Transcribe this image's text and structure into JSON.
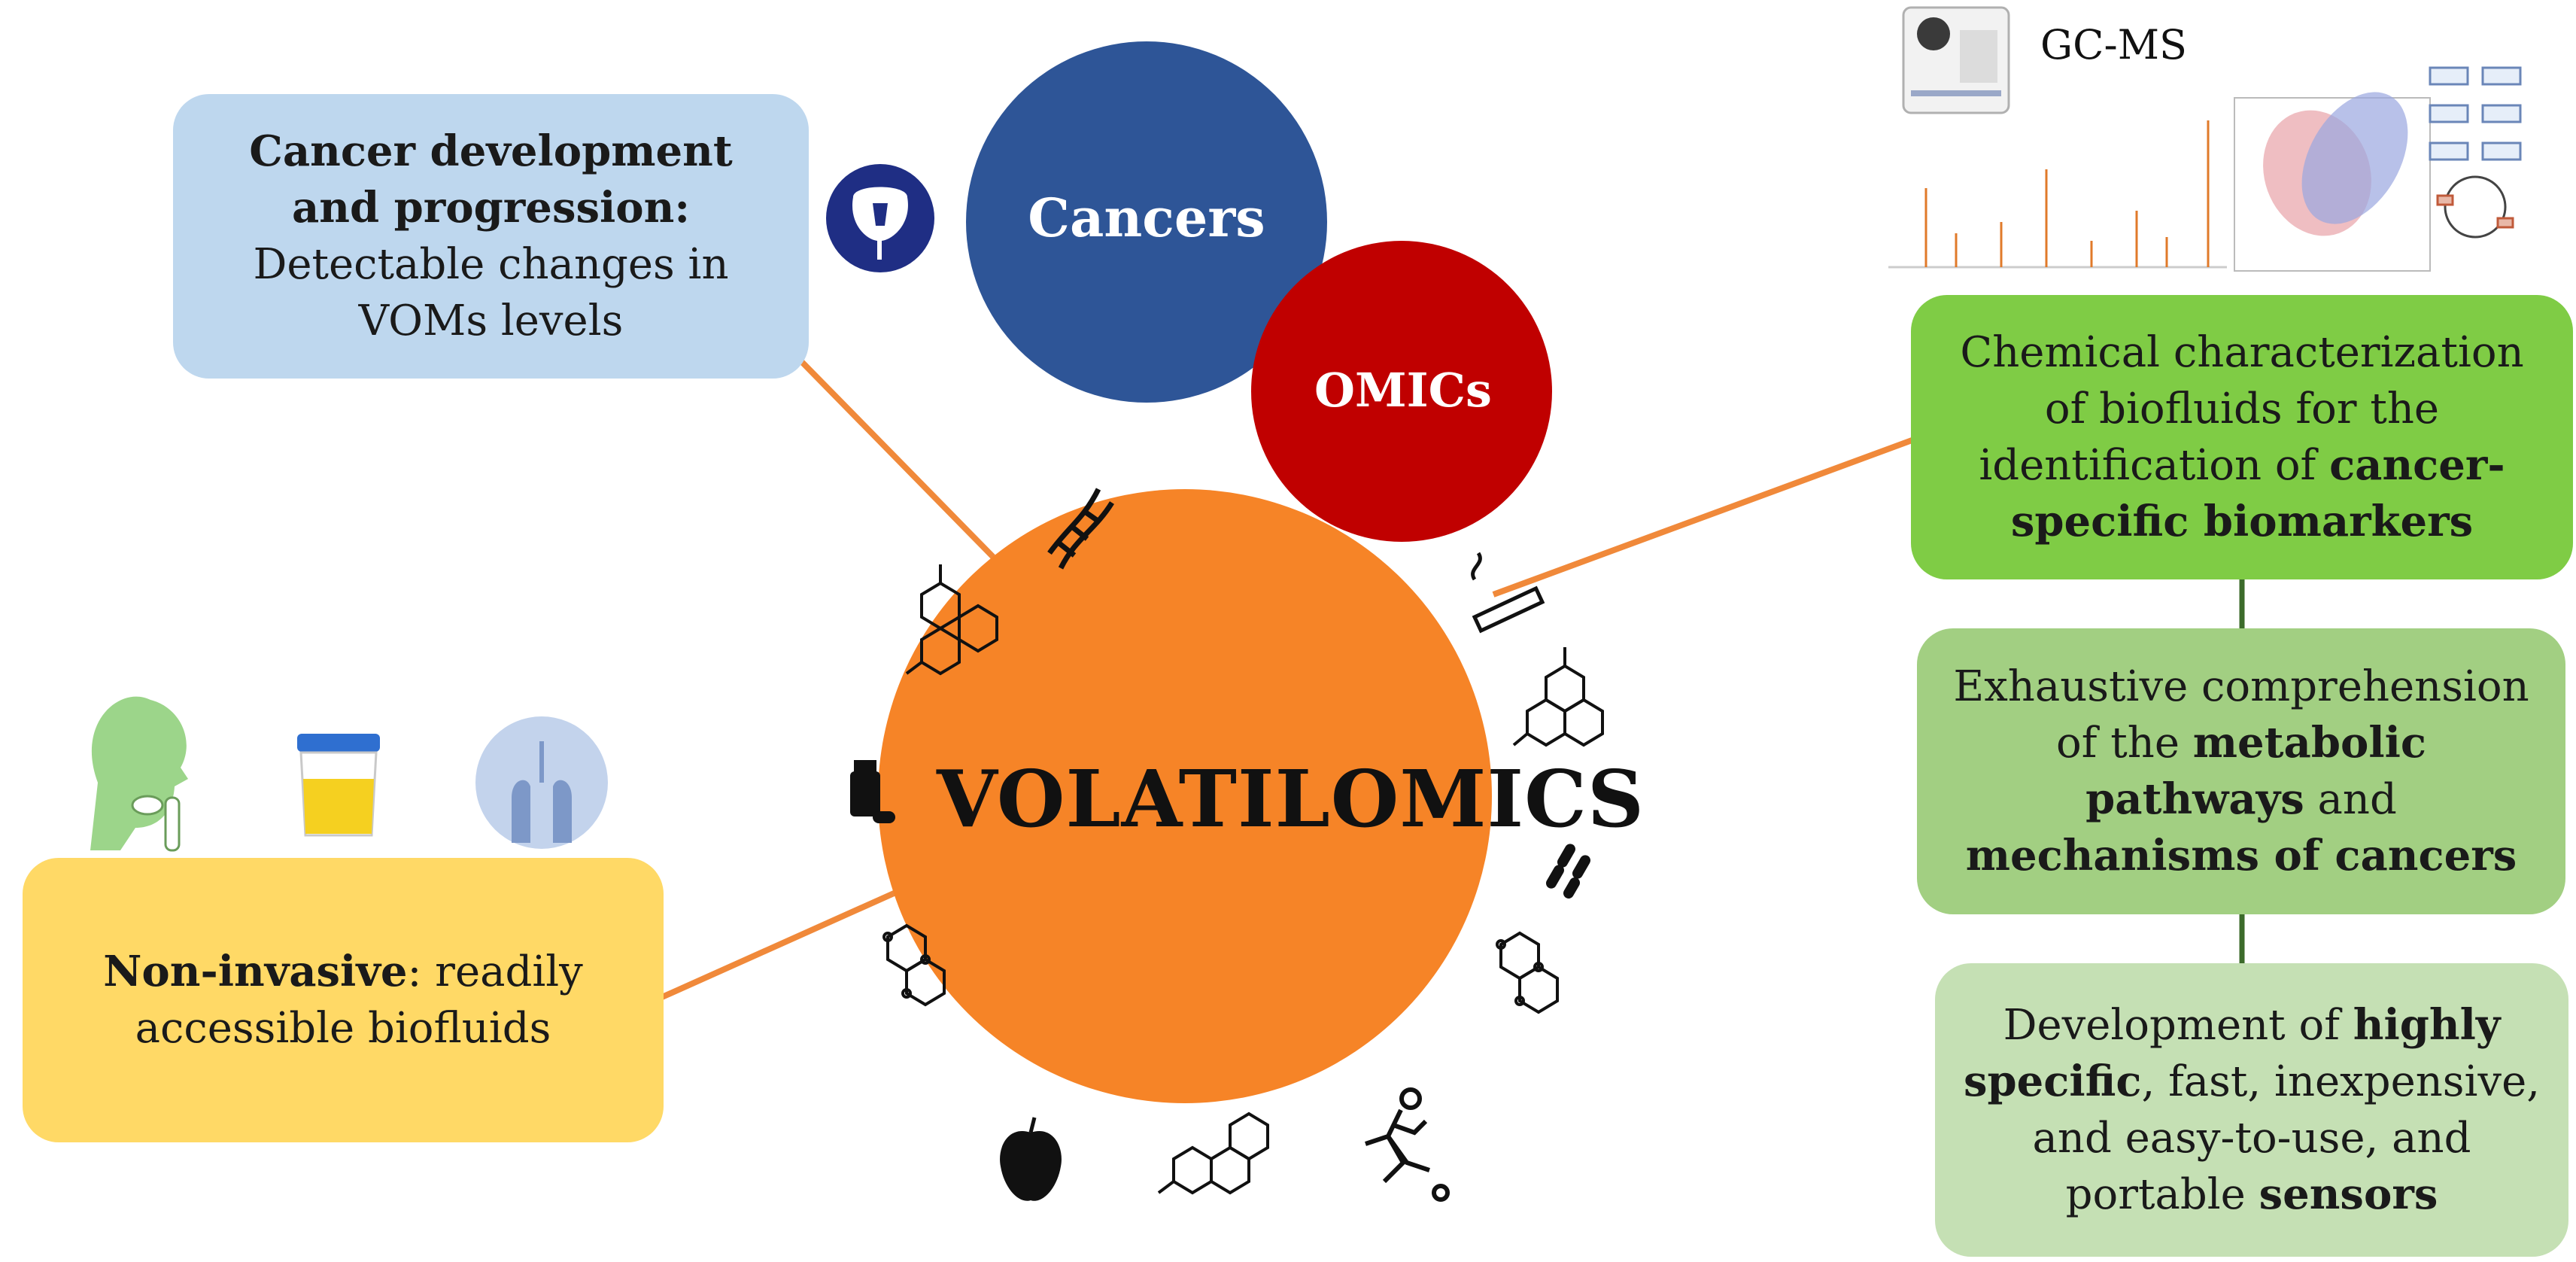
{
  "colors": {
    "cancers": "#2e5597",
    "omics": "#c00000",
    "volatilomics": "#f68427",
    "connector": "#f0893a",
    "box_cancer": "#bed7ee",
    "box_noninvasive": "#ffd966",
    "box_chem": "#7fcc45",
    "box_exhaustive": "#a2cf82",
    "box_sensors": "#c5e0b4",
    "vertical_link": "#3c6b2b"
  },
  "circles": {
    "cancers": "Cancers",
    "omics": "OMICs",
    "volatilomics": "VOLATILOMICS"
  },
  "boxes": {
    "cancer_dev": {
      "bold": "Cancer development and progression:",
      "text": "Detectable changes in VOMs levels"
    },
    "noninvasive": {
      "bold": "Non-invasive",
      "text": ": readily accessible biofluids"
    },
    "chem": {
      "pre": "Chemical characterization of biofluids for the identification of ",
      "bold": "cancer-specific biomarkers"
    },
    "exhaustive": {
      "pre": "Exhaustive comprehension of the ",
      "bold1": "metabolic pathways",
      "mid": " and ",
      "bold2": "mechanisms of cancers"
    },
    "sensors": {
      "pre": "Development of ",
      "bold1": "highly specific",
      "mid": ", fast, inexpensive, and easy-to-use, and portable ",
      "bold2": "sensors"
    }
  },
  "gcms_label": "GC-MS",
  "icons": [
    "prostate-icon",
    "dna-icon",
    "molecule-icon",
    "cigarette-icon",
    "pill-bottle-icon",
    "bacteria-icon",
    "apple-icon",
    "runner-icon",
    "saliva-sample-icon",
    "urine-cup-icon",
    "breath-lungs-icon",
    "gc-ms-instrument-icon",
    "chromatogram-icon",
    "pca-plot-icon",
    "pathway-map-icon"
  ]
}
